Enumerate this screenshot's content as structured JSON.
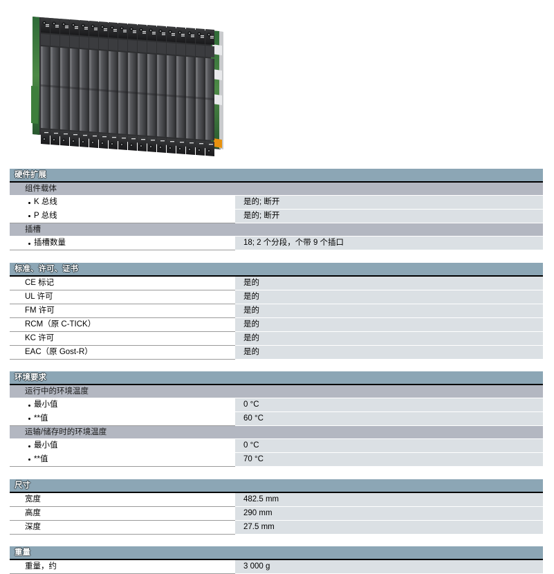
{
  "product_image": {
    "alt": "SIMATIC S7-400 rack backplane with 18 slots",
    "name": "product-photo-s7-400-rack"
  },
  "table": {
    "sections": [
      {
        "title": "硬件扩展",
        "rows": [
          {
            "kind": "subgroup",
            "label": "组件载体",
            "value": ""
          },
          {
            "kind": "bullet",
            "label": "K 总线",
            "value": "是的; 断开"
          },
          {
            "kind": "bullet",
            "label": "P 总线",
            "value": "是的; 断开",
            "group_end": true
          },
          {
            "kind": "subgroup",
            "label": "插槽",
            "value": ""
          },
          {
            "kind": "bullet",
            "label": "插槽数量",
            "value": "18; 2 个分段，个带 9 个插口",
            "group_end": true
          }
        ]
      },
      {
        "title": "标准、许可、证书",
        "rows": [
          {
            "kind": "data",
            "label": "CE 标记",
            "value": "是的"
          },
          {
            "kind": "data",
            "label": "UL 许可",
            "value": "是的"
          },
          {
            "kind": "data",
            "label": "FM 许可",
            "value": "是的"
          },
          {
            "kind": "data",
            "label": "RCM（原 C-TICK）",
            "value": "是的"
          },
          {
            "kind": "data",
            "label": "KC 许可",
            "value": "是的"
          },
          {
            "kind": "data",
            "label": "EAC（原 Gost-R）",
            "value": "是的"
          }
        ]
      },
      {
        "title": "环境要求",
        "rows": [
          {
            "kind": "subgroup",
            "label": "运行中的环境温度",
            "value": ""
          },
          {
            "kind": "bullet",
            "label": "最小值",
            "value": "0 °C"
          },
          {
            "kind": "bullet",
            "label": "**值",
            "value": "60 °C",
            "group_end": true
          },
          {
            "kind": "subgroup",
            "label": "运输/储存时的环境温度",
            "value": ""
          },
          {
            "kind": "bullet",
            "label": "最小值",
            "value": "0 °C"
          },
          {
            "kind": "bullet",
            "label": "**值",
            "value": "70 °C",
            "group_end": true
          }
        ]
      },
      {
        "title": "尺寸",
        "rows": [
          {
            "kind": "data",
            "label": "宽度",
            "value": "482.5 mm"
          },
          {
            "kind": "data",
            "label": "高度",
            "value": "290 mm"
          },
          {
            "kind": "data",
            "label": "深度",
            "value": "27.5 mm"
          }
        ]
      },
      {
        "title": "重量",
        "rows": [
          {
            "kind": "data",
            "label": "重量，约",
            "value": "3 000 g"
          }
        ]
      }
    ]
  },
  "colors": {
    "section_header_bg": "#8ca6b5",
    "subgroup_bg": "#b3b7c1",
    "value_cell_bg": "#dbe0e4",
    "label_cell_bg": "#ffffff",
    "rule": "#9a9a9a",
    "section_rule": "#000000"
  }
}
